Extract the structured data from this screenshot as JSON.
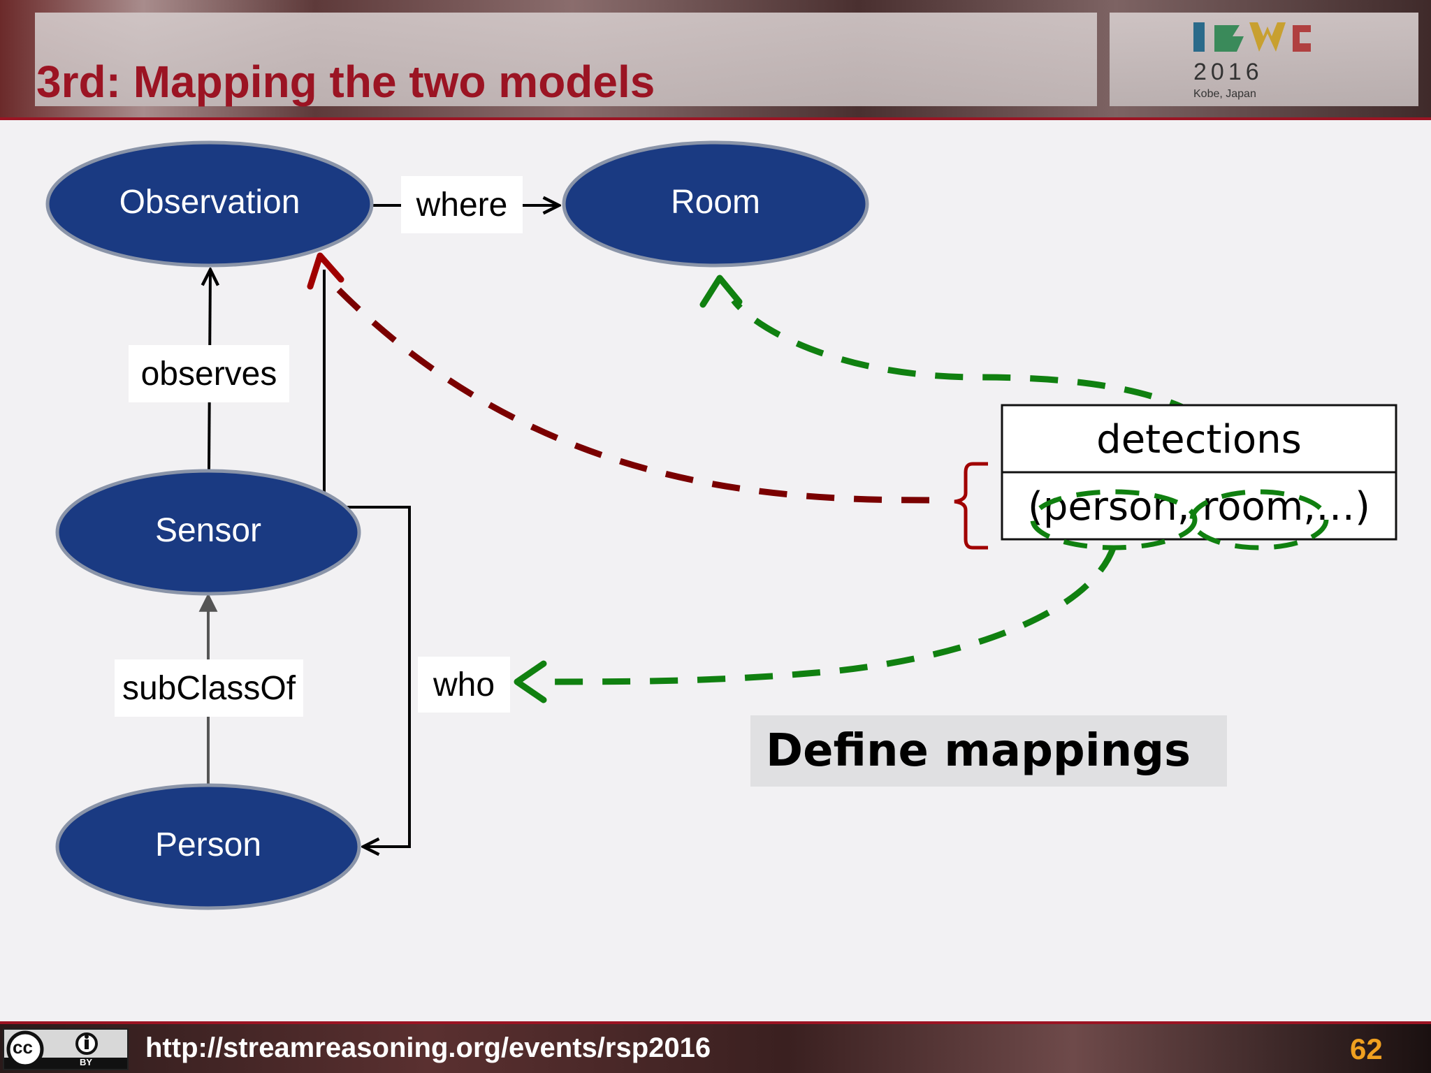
{
  "slide": {
    "title": "3rd: Mapping the two models",
    "footer_url": "http://streamreasoning.org/events/rsp2016",
    "page_number": "62"
  },
  "logo": {
    "year": "2016",
    "location": "Kobe, Japan"
  },
  "license": {
    "cc": "cc",
    "by": "BY"
  },
  "nodes": {
    "observation": "Observation",
    "room": "Room",
    "sensor": "Sensor",
    "person": "Person"
  },
  "edges": {
    "where": "where",
    "observes": "observes",
    "subclassof": "subClassOf",
    "who": "who"
  },
  "table": {
    "header": "detections",
    "row": "(person, room,…)"
  },
  "callout": "Define mappings",
  "colors": {
    "node_fill": "#1a3a82",
    "title": "#9b1423",
    "red_mapping": "#7a0000",
    "green_mapping": "#108010",
    "page_number": "#f0a020"
  }
}
